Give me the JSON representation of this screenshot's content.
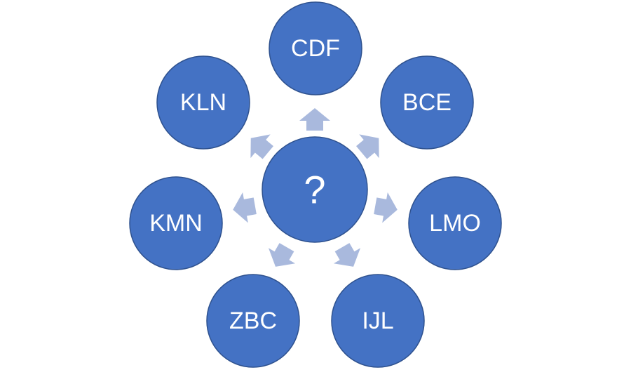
{
  "diagram": {
    "center": {
      "label": "?"
    },
    "nodes": [
      {
        "id": "cdf",
        "label": "CDF"
      },
      {
        "id": "bce",
        "label": "BCE"
      },
      {
        "id": "lmo",
        "label": "LMO"
      },
      {
        "id": "ijl",
        "label": "IJL"
      },
      {
        "id": "zbc",
        "label": "ZBC"
      },
      {
        "id": "kmn",
        "label": "KMN"
      },
      {
        "id": "kln",
        "label": "KLN"
      }
    ],
    "colors": {
      "node_fill": "#4472C4",
      "node_stroke": "#2F528F",
      "arrow_fill": "#A9B9DD",
      "text": "#FFFFFF"
    }
  }
}
